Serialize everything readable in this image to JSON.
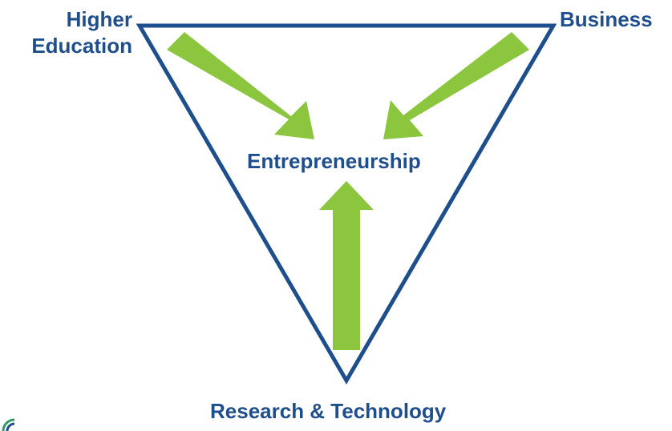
{
  "diagram": {
    "nodes": {
      "higher_education": [
        "Higher",
        "Education"
      ],
      "business": "Business",
      "research_technology": "Research & Technology",
      "center": "Entrepreneurship"
    },
    "edges": [
      {
        "from": "Higher Education",
        "to": "Entrepreneurship"
      },
      {
        "from": "Business",
        "to": "Entrepreneurship"
      },
      {
        "from": "Research & Technology",
        "to": "Entrepreneurship"
      }
    ],
    "colors": {
      "triangle_stroke": "#1f4e8c",
      "text": "#1f4e8c",
      "arrow_fill": "#8cc63f",
      "background": "#ffffff"
    }
  }
}
